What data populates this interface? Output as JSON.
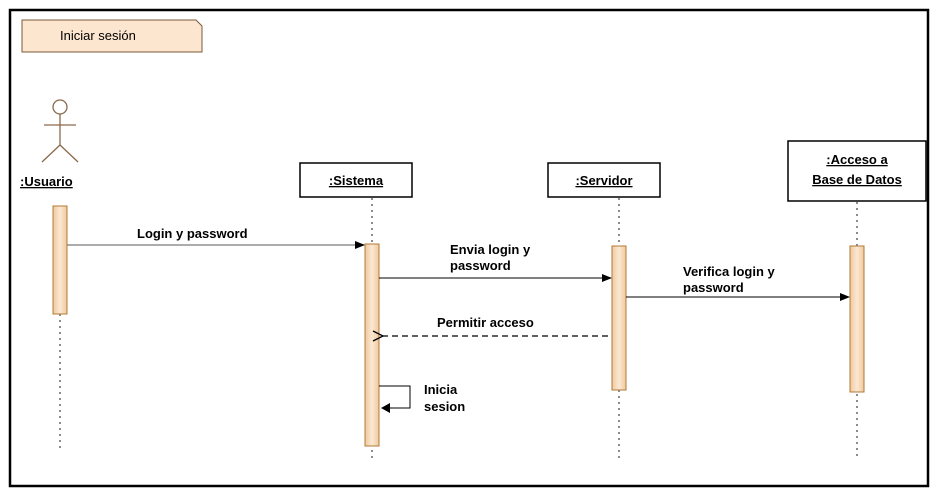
{
  "frame": {
    "label": "Iniciar sesión"
  },
  "actor": {
    "label": ":Usuario"
  },
  "lifelines": {
    "sistema": ":Sistema",
    "servidor": ":Servidor",
    "acceso_line1": ":Acceso a",
    "acceso_line2": "Base de Datos"
  },
  "messages": [
    {
      "line1": "Login y password",
      "line2": "",
      "kind": "sync"
    },
    {
      "line1": "Envia login y",
      "line2": "password",
      "kind": "sync"
    },
    {
      "line1": "Verifica login y",
      "line2": "password",
      "kind": "sync"
    },
    {
      "line1": "Permitir acceso",
      "line2": "",
      "kind": "return"
    },
    {
      "line1": "Inicia",
      "line2": "sesion",
      "kind": "self"
    }
  ],
  "colors": {
    "activation_fill": "#f6d7b4",
    "activation_stroke": "#b07a3a",
    "frame_tab_fill": "#fce6cf",
    "lifeline_head_fill": "#ffffff",
    "actor_stroke": "#8a6a4a",
    "arrow": "#000000",
    "lifeline_dash": "#8c8c8c"
  }
}
